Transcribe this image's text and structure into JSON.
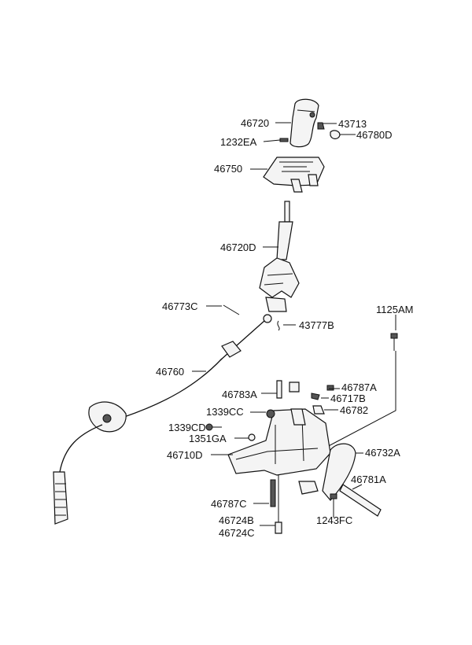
{
  "labels": {
    "l46720": "46720",
    "l43713": "43713",
    "l1232EA": "1232EA",
    "l46780D": "46780D",
    "l46750": "46750",
    "l46720D": "46720D",
    "l46773C": "46773C",
    "l43777B": "43777B",
    "l1125AM": "1125AM",
    "l46760": "46760",
    "l46787A": "46787A",
    "l46783A": "46783A",
    "l46717B": "46717B",
    "l1339CC": "1339CC",
    "l46782": "46782",
    "l1339CD": "1339CD",
    "l1351GA": "1351GA",
    "l46732A": "46732A",
    "l46710D": "46710D",
    "l46781A": "46781A",
    "l46787C": "46787C",
    "l1243FC": "1243FC",
    "l46724B": "46724B",
    "l46724C": "46724C"
  }
}
